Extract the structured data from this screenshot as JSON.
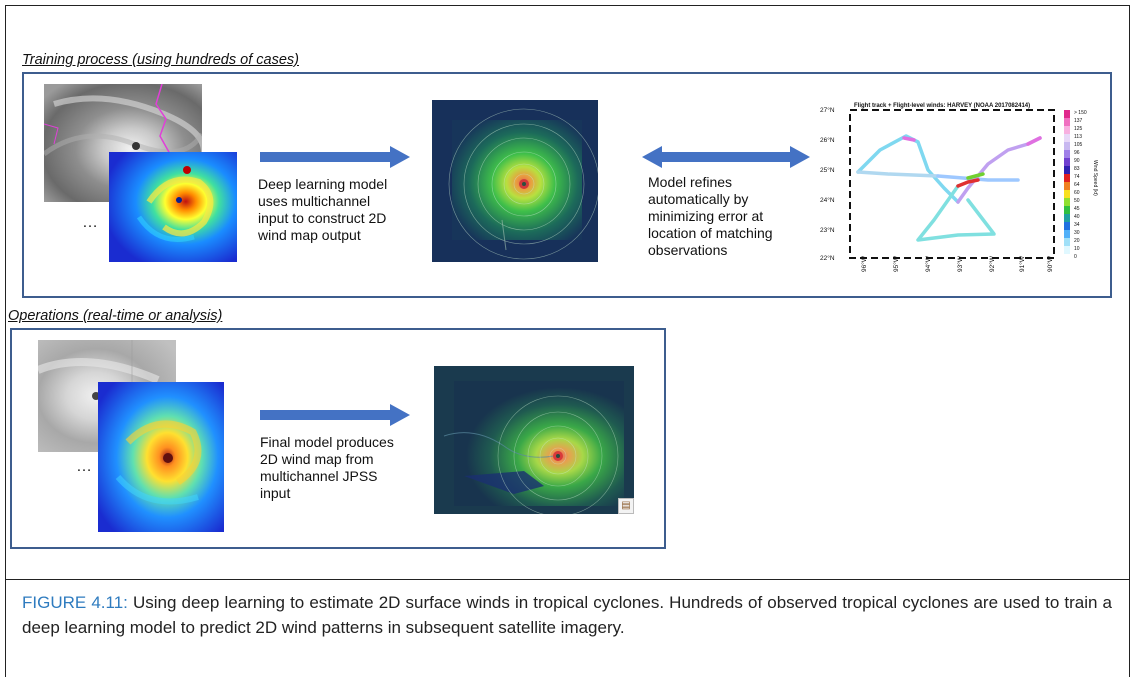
{
  "training": {
    "title": "Training process (using hundreds of cases)",
    "ellipsis": "…",
    "text1": "Deep learning model\nuses multichannel\ninput to construct 2D\nwind map output",
    "text2": "Model refines\nautomatically by\nminimizing error at\nlocation of matching\nobservations"
  },
  "operations": {
    "title": "Operations (real-time or analysis)",
    "ellipsis": "…",
    "text1": "Final model produces\n2D wind map from\nmultichannel JPSS\ninput"
  },
  "flight_chart": {
    "title": "Flight track + Flight-level winds: HARVEY (NOAA 2017082414)",
    "y_ticks": [
      "27°N",
      "26°N",
      "25°N",
      "24°N",
      "23°N",
      "22°N"
    ],
    "x_ticks": [
      "96°W",
      "95°W",
      "94°W",
      "93°W",
      "92°W",
      "91°W",
      "90°W"
    ],
    "colorbar_label": "Wind Speed (kt)",
    "colorbar_ticks": [
      "> 150",
      "137",
      "125",
      "113",
      "105",
      "96",
      "90",
      "83",
      "74",
      "64",
      "60",
      "50",
      "45",
      "40",
      "34",
      "30",
      "20",
      "10",
      "0"
    ]
  },
  "caption": {
    "label": "FIGURE 4.11:",
    "text": " Using deep learning to estimate 2D surface winds in tropical cyclones. Hundreds of observed tropical cyclones are used to train a deep learning model to predict 2D wind patterns in subsequent satellite imagery."
  },
  "colors": {
    "panel_border": "#3d5d8e",
    "arrow": "#4472c4",
    "caption_label": "#2e7bbf"
  }
}
